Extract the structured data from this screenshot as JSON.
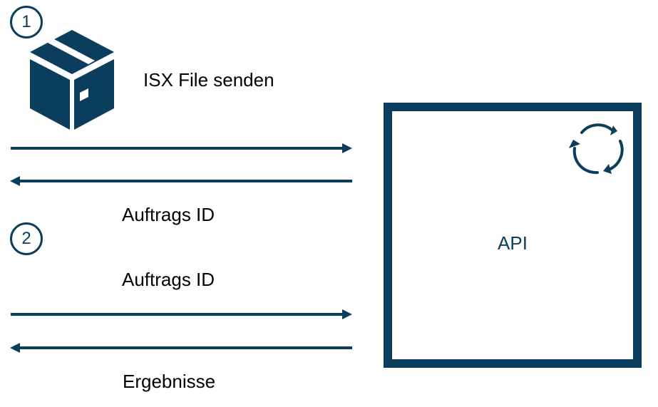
{
  "steps": {
    "step1": "1",
    "step2": "2"
  },
  "labels": {
    "send_file": "ISX File senden",
    "order_id_response": "Auftrags ID",
    "order_id_request": "Auftrags ID",
    "results": "Ergebnisse"
  },
  "api": {
    "label": "API"
  },
  "icons": {
    "package": "package-box-icon",
    "sync": "sync-cycle-icon"
  },
  "colors": {
    "primary": "#0b3d5c"
  }
}
